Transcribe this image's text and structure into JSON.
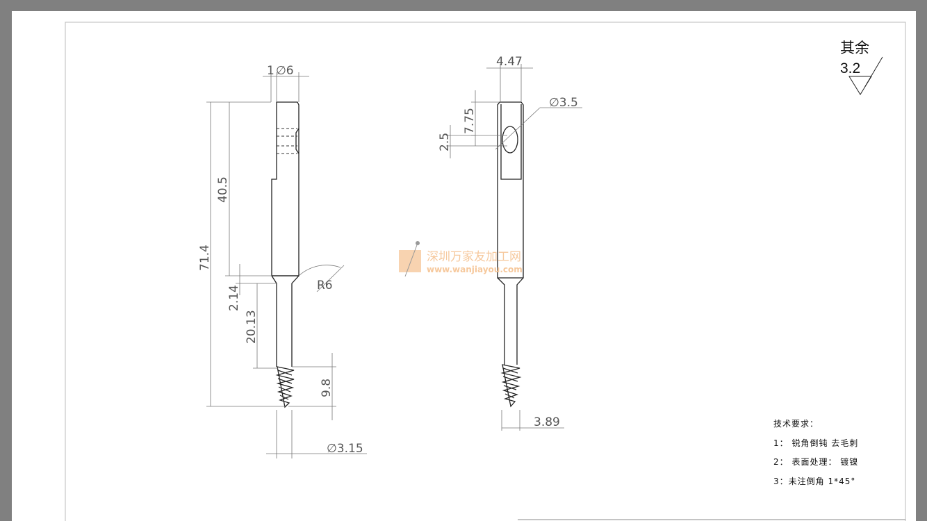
{
  "surface_finish": {
    "label": "其余",
    "value": "3.2"
  },
  "front_view": {
    "dims": {
      "step_width": "1",
      "diameter": "∅6",
      "total_length": "71.4",
      "body_length": "40.5",
      "neck_length": "2.14",
      "shank_length": "20.13",
      "thread_length": "9.8",
      "tip_diameter": "∅3.15",
      "radius": "R6"
    }
  },
  "side_view": {
    "dims": {
      "flat_width": "4.47",
      "hole_diameter": "∅3.5",
      "hole_position": "7.75",
      "hole_offset": "2.5",
      "thread_diameter": "3.89"
    }
  },
  "technical_requirements": {
    "title": "技术要求：",
    "items": [
      "1： 锐角倒钝 去毛刺",
      "2： 表面处理： 镀镍",
      "3：未注倒角 1*45°"
    ]
  },
  "watermark": {
    "name": "深圳万家友加工网",
    "url": "www.wanjiayou.com"
  }
}
